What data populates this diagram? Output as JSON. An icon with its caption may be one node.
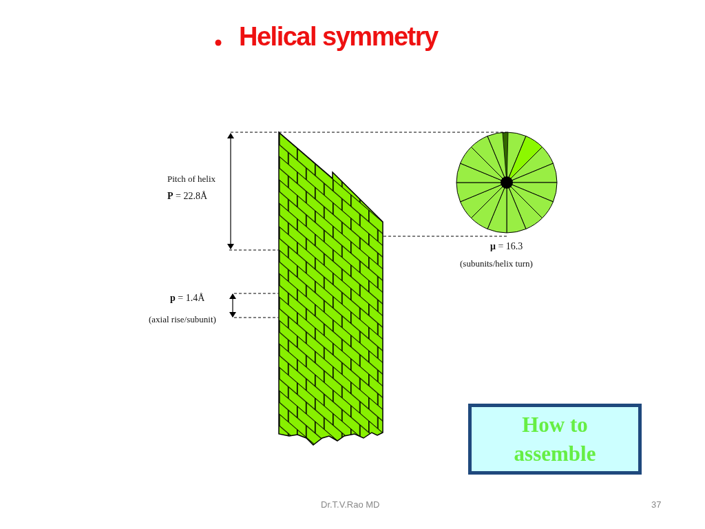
{
  "diagram": {
    "title": "Helical symmetry",
    "nodes": [
      {
        "text": [
          "How to assemble"
        ]
      }
    ],
    "labels": [
      "Pitch of helix",
      "**P** = 22.8Å",
      "**p** = 1.4Å",
      "(axial rise/subunit)",
      "**μ** = 16.3",
      "(subunits/helix turn)",
      "Dr.T.V.Rao MD",
      "37"
    ]
  }
}
